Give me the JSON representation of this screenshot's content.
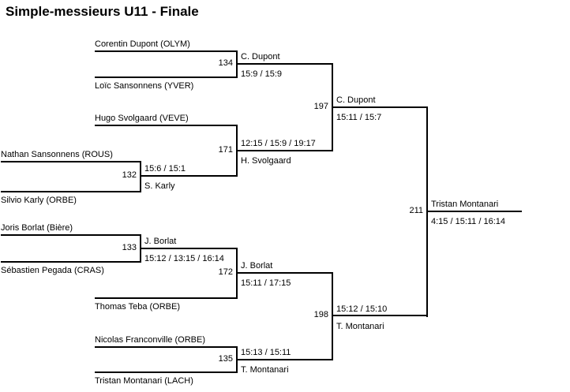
{
  "page": {
    "title": "Simple-messieurs U11 - Finale",
    "background_color": "#ffffff",
    "text_color": "#000000",
    "line_color": "#000000"
  },
  "bracket": {
    "matches": {
      "m134": {
        "number": "134",
        "player_top": "Corentin Dupont (OLYM)",
        "player_bottom": "Loïc Sansonnens (YVER)",
        "winner": "C. Dupont",
        "score": "15:9 / 15:9"
      },
      "m132": {
        "number": "132",
        "player_top": "Nathan Sansonnens (ROUS)",
        "player_bottom": "Silvio Karly (ORBE)",
        "winner": "S. Karly",
        "score": "15:6 / 15:1"
      },
      "m171": {
        "number": "171",
        "player_top": "Hugo Svolgaard (VEVE)",
        "winner": "H. Svolgaard",
        "score": "12:15 / 15:9 / 19:17"
      },
      "m197": {
        "number": "197",
        "winner": "C. Dupont",
        "score": "15:11 / 15:7"
      },
      "m133": {
        "number": "133",
        "player_top": "Joris Borlat (Bière)",
        "player_bottom": "Sébastien Pegada (CRAS)",
        "winner": "J. Borlat",
        "score": "15:12 / 13:15 / 16:14"
      },
      "m172": {
        "number": "172",
        "player_bottom": "Thomas Teba (ORBE)",
        "winner": "J. Borlat",
        "score": "15:11 / 17:15"
      },
      "m135": {
        "number": "135",
        "player_top": "Nicolas Franconville (ORBE)",
        "player_bottom": "Tristan Montanari (LACH)",
        "winner": "T. Montanari",
        "score": "15:13 / 15:11"
      },
      "m198": {
        "number": "198",
        "winner": "T. Montanari",
        "score": "15:12 / 15:10"
      },
      "m211": {
        "number": "211",
        "winner": "Tristan Montanari",
        "score": "4:15 / 15:11 / 16:14"
      }
    }
  }
}
